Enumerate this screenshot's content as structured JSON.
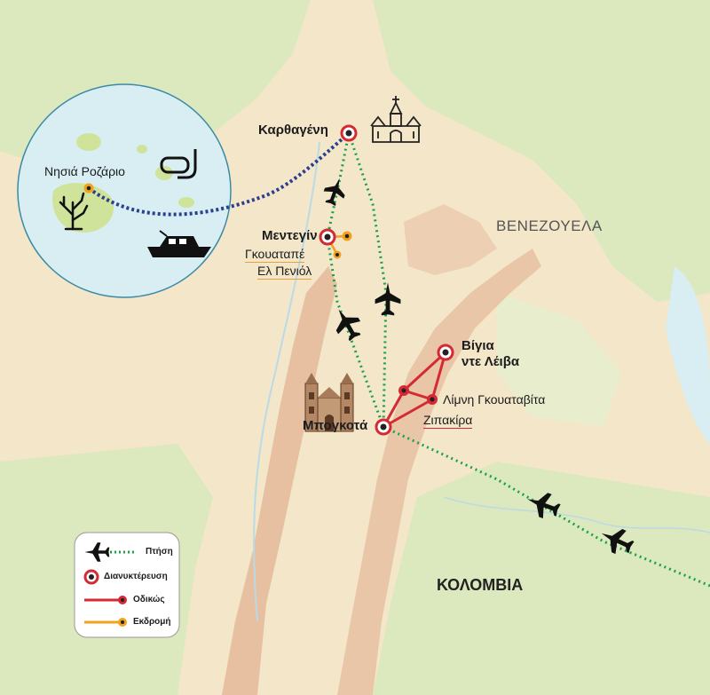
{
  "places": {
    "cartagena": "Καρθαγένη",
    "rosario": "Νησιά Ροζάριο",
    "medellin": "Μεντεγίν",
    "guatape": "Γκουαταπέ",
    "penol": "Ελ Πενιόλ",
    "villa_line1": "Βίγια",
    "villa_line2": "ντε Λέιβα",
    "guatavita": "Λίμνη Γκουαταβίτα",
    "zipaquira": "Ζιπακίρα",
    "bogota": "Μπογκοτά"
  },
  "countries": {
    "venezuela": "ΒΕΝΕΖΟΥΕΛΑ",
    "colombia": "ΚΟΛΟΜΒΙΑ"
  },
  "legend": {
    "flight": "Πτήση",
    "overnight": "Διανυκτέρευση",
    "road": "Οδικώς",
    "excursion": "Εκδρομή"
  },
  "colors": {
    "flight": "#1aa24a",
    "overnight": "#d42a34",
    "road": "#d42a34",
    "excursion": "#f0a21f",
    "boat_route": "#2b3f8f",
    "land_light": "#f4e6c9",
    "land_green": "#d9e7b8",
    "mountains": "#e7bfa1",
    "sea_inset": "#d8eef2"
  },
  "icons": [
    "airplane-icon",
    "cathedral-icon",
    "church-icon",
    "snorkel-icon",
    "coral-icon",
    "boat-icon"
  ]
}
